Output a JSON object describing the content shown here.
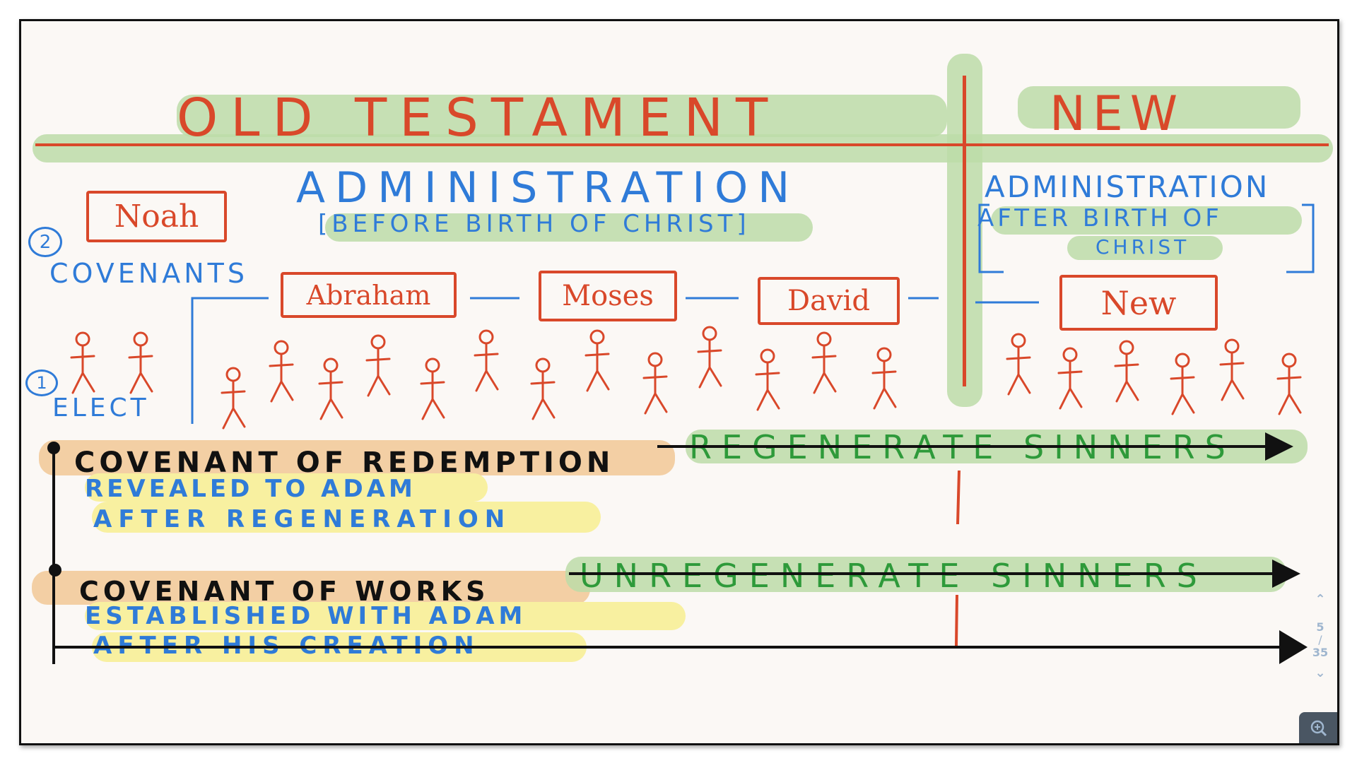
{
  "slide": {
    "old_title": "OLD TESTAMENT",
    "new_title": "NEW",
    "old_admin": "ADMINISTRATION",
    "old_admin_note": "[BEFORE BIRTH OF CHRIST]",
    "new_admin": "ADMINISTRATION",
    "new_admin_note_line1": "AFTER BIRTH OF",
    "new_admin_note_line2": "CHRIST",
    "covenants_number": "2",
    "covenants_label": "COVENANTS",
    "elect_number": "1",
    "elect_label": "ELECT",
    "boxes": [
      "Noah",
      "Abraham",
      "Moses",
      "David",
      "New"
    ],
    "redemption": {
      "title": "COVENANT OF REDEMPTION",
      "line1": "REVEALED TO ADAM",
      "line2": "AFTER REGENERATION",
      "target": "REGENERATE SINNERS"
    },
    "works": {
      "title": "COVENANT OF WORKS",
      "line1": "ESTABLISHED WITH ADAM",
      "line2": "AFTER HIS CREATION",
      "target": "UNREGENERATE SINNERS"
    }
  },
  "pager": {
    "current": "5",
    "separator": "/",
    "total": "35"
  },
  "colors": {
    "red": "#d9482a",
    "blue": "#2f7bd8",
    "green": "#2e9a3a",
    "highlight_green": "#bcdca8",
    "highlight_orange": "#f3cfa4",
    "highlight_yellow": "#f8f0a0"
  }
}
